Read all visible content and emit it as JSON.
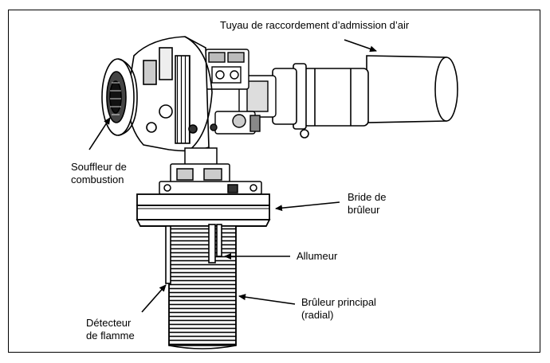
{
  "labels": {
    "air_intake": "Tuyau de raccordement d’admission d’air",
    "blower_line1": "Souffleur de",
    "blower_line2": "combustion",
    "flange_line1": "Bride de",
    "flange_line2": "brûleur",
    "igniter": "Allumeur",
    "main_burner_line1": "Brûleur principal",
    "main_burner_line2": "(radial)",
    "detector_line1": "Détecteur",
    "detector_line2": "de flamme"
  },
  "colors": {
    "stroke": "#000000",
    "fill": "#ffffff",
    "dark": "#1a1a1a",
    "mid": "#555555"
  }
}
